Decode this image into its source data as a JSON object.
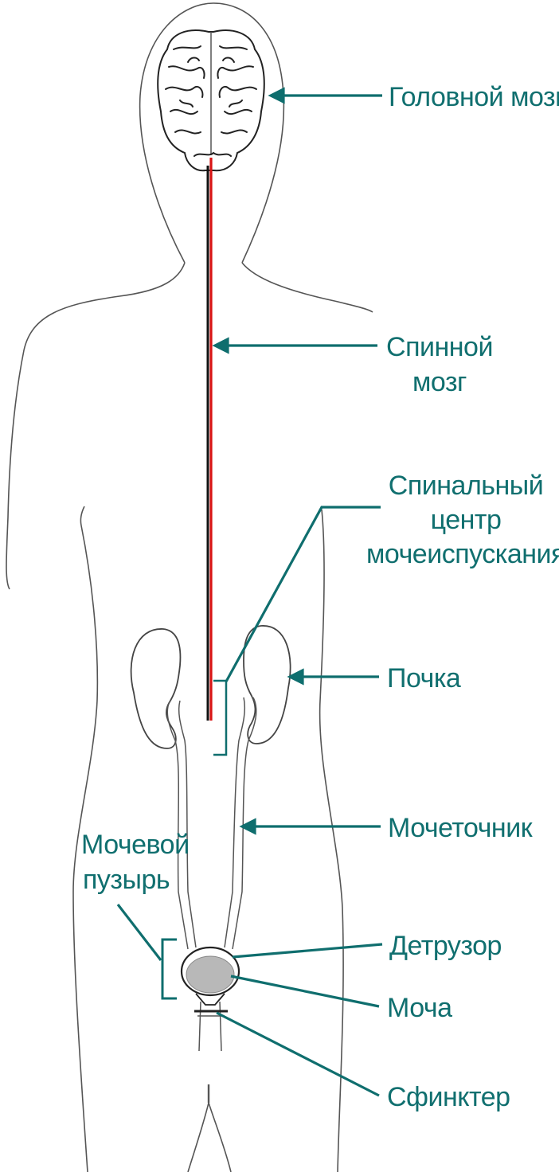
{
  "colors": {
    "label": "#106f6f",
    "leader": "#0f6e6e",
    "outline": "#555555",
    "spinal_cord": "#d81414",
    "urine": "#b8b8b8"
  },
  "labels": {
    "brain": "Головной мозг",
    "spinal_cord_1": "Спинной",
    "spinal_cord_2": "мозг",
    "micturition_center_1": "Спинальный",
    "micturition_center_2": "центр",
    "micturition_center_3": "мочеиспускания",
    "kidney": "Почка",
    "ureter": "Мочеточник",
    "bladder_1": "Мочевой",
    "bladder_2": "пузырь",
    "detrusor": "Детрузор",
    "urine": "Моча",
    "sphincter": "Сфинктер"
  }
}
